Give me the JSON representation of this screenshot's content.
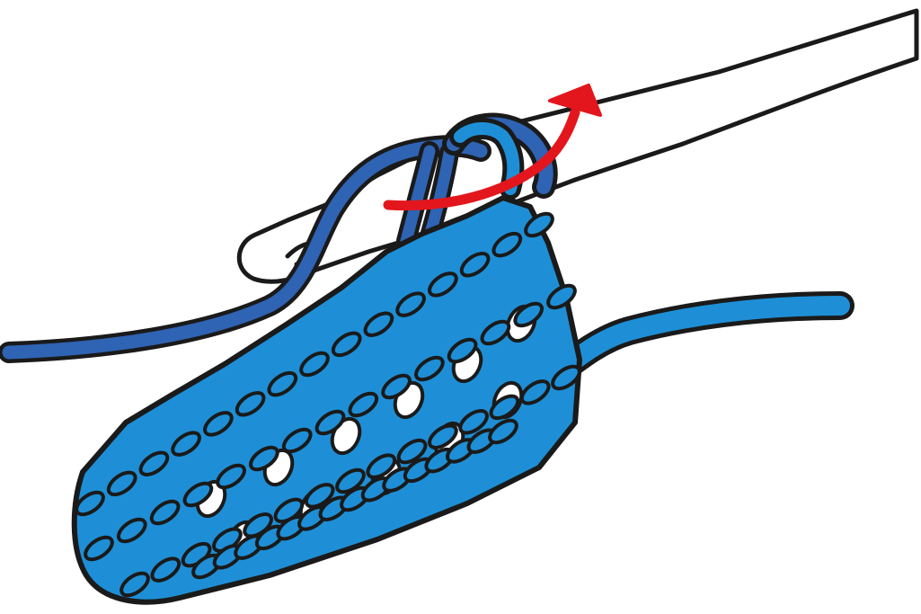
{
  "diagram": {
    "subject": "crochet-stitch-illustration",
    "palette": {
      "background": "#ffffff",
      "outline": "#1a1a1a",
      "working_yarn": "#2f63b3",
      "stitches": "#1e8fd6",
      "tail_yarn": "#1e8fd6",
      "hook": "#ffffff",
      "arrow": "#e3161d"
    },
    "elements": [
      {
        "name": "crochet-hook",
        "icon": "crochet-hook-icon"
      },
      {
        "name": "working-yarn",
        "icon": "yarn-strand-icon"
      },
      {
        "name": "loops-on-hook",
        "icon": "yarn-loop-icon",
        "count": 3
      },
      {
        "name": "stitch-swatch",
        "icon": "crochet-fabric-icon",
        "rows": 2
      },
      {
        "name": "yarn-tail",
        "icon": "yarn-strand-icon"
      },
      {
        "name": "direction-arrow",
        "icon": "curved-arrow-icon",
        "meaning": "pull through"
      }
    ]
  }
}
